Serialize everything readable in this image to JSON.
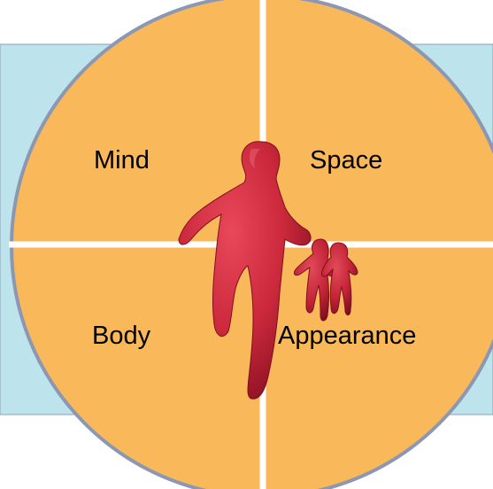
{
  "diagram": {
    "quadrants": [
      {
        "id": "mind",
        "label": "Mind"
      },
      {
        "id": "space",
        "label": "Space"
      },
      {
        "id": "body",
        "label": "Body"
      },
      {
        "id": "appearance",
        "label": "Appearance"
      }
    ],
    "colors": {
      "band": "#bde3ec",
      "band_border": "#8aa0b4",
      "circle_fill": "#f9b85a",
      "circle_border": "#8c98b3",
      "divider": "#ffffff",
      "figure": "#cc2a3c",
      "figure_shadow": "#8e1224"
    },
    "center_icon": "people-figures-icon"
  }
}
